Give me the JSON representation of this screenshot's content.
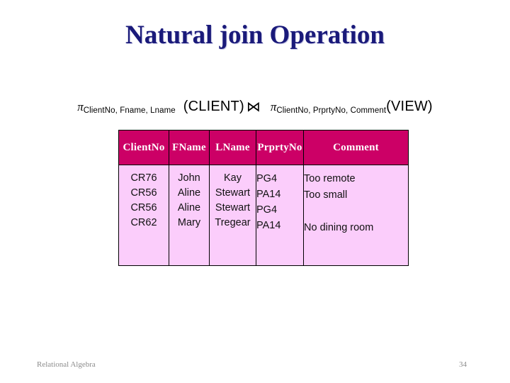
{
  "slide": {
    "title": "Natural join Operation",
    "footer_left": "Relational Algebra",
    "page_number": "34"
  },
  "formula": {
    "pi_symbol": "π",
    "left_subscript": "ClientNo, Fname, Lname",
    "left_relation": "(CLIENT)",
    "join_symbol": "⋈",
    "right_subscript": "ClientNo, PrprtyNo, Comment",
    "right_relation": "(VIEW)"
  },
  "table": {
    "headers": [
      "ClientNo",
      "FName",
      "LName",
      "PrprtyNo",
      "Comment"
    ],
    "columns": {
      "clientno": [
        "CR76",
        "CR56",
        "CR56",
        "CR62"
      ],
      "fname": [
        "John",
        "Aline",
        "Aline",
        "Mary"
      ],
      "lname": [
        "Kay",
        "Stewart",
        "Stewart",
        "Tregear"
      ],
      "prprtyno": [
        "PG4",
        "PA14",
        "PG4",
        "PA14"
      ],
      "comment": [
        "Too remote",
        "Too small",
        "",
        "No dining room"
      ]
    }
  },
  "colors": {
    "title": "#1a1a7a",
    "header_bg": "#cc0066",
    "header_text": "#ffffff",
    "cell_bg": "#fbcdfb",
    "cell_text": "#111111",
    "footer_text": "#8c8c8c",
    "page_bg": "#ffffff"
  }
}
